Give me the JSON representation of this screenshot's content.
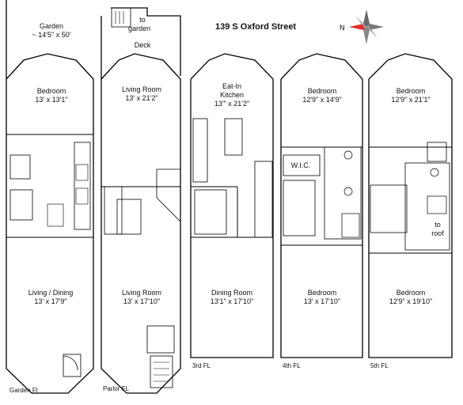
{
  "title": "139 S Oxford Street",
  "compass": {
    "icon": "compass-rose-icon",
    "needle_color": "#e03030"
  },
  "floors": [
    {
      "label": "Garden Fl",
      "rooms": [
        {
          "name": "Garden",
          "dims": "~ 14'5\" x 50'"
        },
        {
          "name": "Bedroom",
          "dims": "13' x 13'1\""
        },
        {
          "name": "Living / Dining",
          "dims": "13' x 17'9\""
        }
      ]
    },
    {
      "label": "Parlor FL",
      "notes": {
        "stair_to": "to",
        "stair_dest": "garden",
        "deck": "Deck"
      },
      "rooms": [
        {
          "name": "Living Room",
          "dims": "13' x 21'2\""
        },
        {
          "name": "Living Room",
          "dims": "13' x 17'10\""
        }
      ]
    },
    {
      "label": "3rd FL",
      "rooms": [
        {
          "name": "Eat-In",
          "name2": "Kitchen",
          "dims": "13\"' x 21'2\""
        },
        {
          "name": "Dining Room",
          "dims": "13'1\" x 17'10\""
        }
      ]
    },
    {
      "label": "4th FL",
      "wic": "W.I.C.",
      "rooms": [
        {
          "name": "Bedroom",
          "dims": "12'9\" x 14'9\""
        },
        {
          "name": "Bedroom",
          "dims": "13' x 17'10\""
        }
      ]
    },
    {
      "label": "5th FL",
      "roof_to": "to",
      "roof_dest": "roof",
      "rooms": [
        {
          "name": "Bedroom",
          "dims": "12'9\" x 21'1\""
        },
        {
          "name": "Bedroom",
          "dims": "12'9\" x 19'10\""
        }
      ]
    }
  ]
}
